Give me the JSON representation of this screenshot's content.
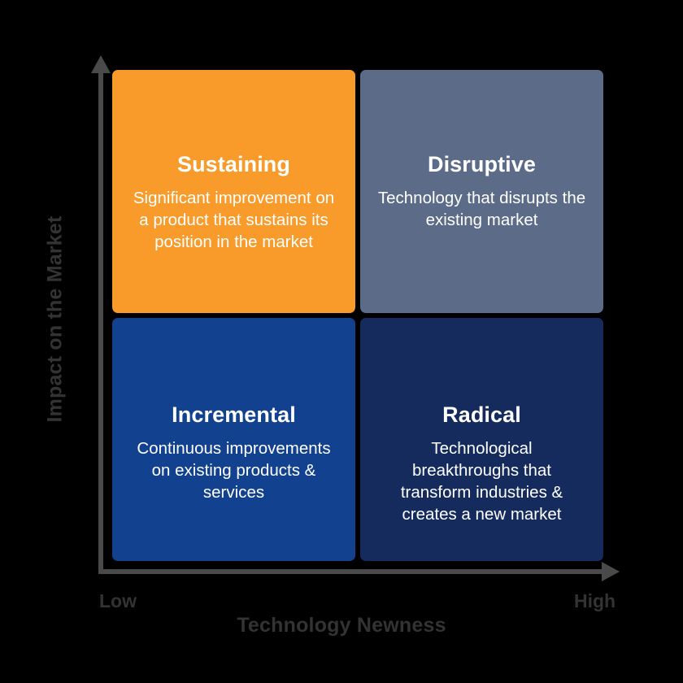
{
  "chart_data": {
    "type": "table",
    "title": "",
    "xlabel": "Technology Newness",
    "ylabel": "Impact on the Market",
    "x_ticks": [
      "Low",
      "High"
    ],
    "grid": false,
    "legend": "none",
    "quadrants": [
      {
        "id": "sustaining",
        "title": "Sustaining",
        "description": "Significant improvement on a product that sustains its position in the market",
        "x": "Low",
        "y": "High",
        "position": "top-left",
        "color": "#F89B2B"
      },
      {
        "id": "disruptive",
        "title": "Disruptive",
        "description": "Technology that disrupts the existing market",
        "x": "High",
        "y": "High",
        "position": "top-right",
        "color": "#5C6B87"
      },
      {
        "id": "incremental",
        "title": "Incremental",
        "description": "Continuous improvements on existing products & services",
        "x": "Low",
        "y": "Low",
        "position": "bottom-left",
        "color": "#12418F"
      },
      {
        "id": "radical",
        "title": "Radical",
        "description": "Technological breakthroughs that transform industries & creates a new market",
        "x": "High",
        "y": "Low",
        "position": "bottom-right",
        "color": "#152B5E"
      }
    ]
  },
  "axes": {
    "x_title": "Technology Newness",
    "y_title": "Impact on the Market",
    "x_low_label": "Low",
    "x_high_label": "High",
    "axis_color": "#4a4a4a",
    "label_color": "#333333"
  },
  "quadrants": {
    "sustaining": {
      "title": "Sustaining",
      "description": "Significant improvement on a product that sustains its position in the market"
    },
    "disruptive": {
      "title": "Disruptive",
      "description": "Technology that disrupts the existing market"
    },
    "incremental": {
      "title": "Incremental",
      "description": "Continuous improvements on existing products & services"
    },
    "radical": {
      "title": "Radical",
      "description": "Technological breakthroughs that transform industries & creates a new market"
    }
  },
  "theme": {
    "background": "#000000",
    "text_on_quadrant": "#ffffff",
    "orange": "#F89B2B",
    "slate": "#5C6B87",
    "blue": "#12418F",
    "navy": "#152B5E"
  }
}
